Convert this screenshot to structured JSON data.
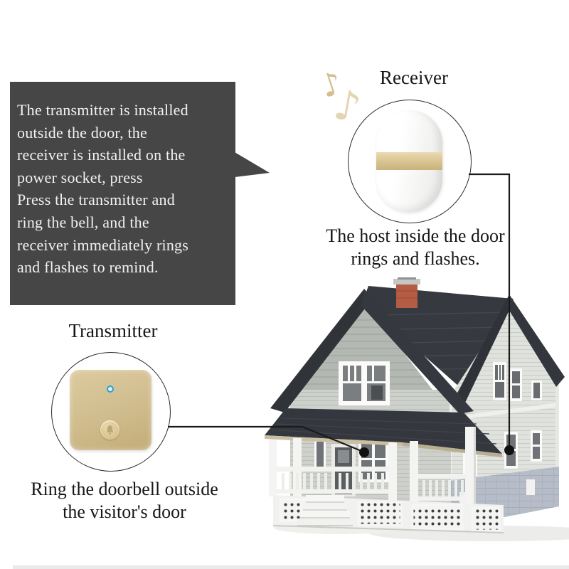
{
  "callout": {
    "lines": [
      "The transmitter is installed",
      "outside the door, the",
      "receiver is installed on the",
      "power socket, press",
      "Press the transmitter and",
      "ring the bell, and the",
      "receiver immediately rings",
      "and flashes to remind."
    ]
  },
  "receiver": {
    "label": "Receiver",
    "caption_line1": "The host inside the door",
    "caption_line2": "rings and flashes."
  },
  "transmitter": {
    "label": "Transmitter",
    "caption_line1": "Ring the doorbell outside",
    "caption_line2": "the visitor's door"
  },
  "icons": {
    "music_note_glyph": "♪"
  },
  "colors": {
    "callout_bg": "#464646",
    "callout_text": "#f2f2f2",
    "gold_device": "#d2bf91",
    "gold_band": "#d8c290",
    "led_blue": "#2f9fd8",
    "music_note_tan": "#d8c094",
    "roof_dark": "#34373d",
    "siding_light": "#dfe1dd",
    "foundation_gray": "#b6bdc8",
    "chimney_red": "#b45c44",
    "connector_line": "#1a1a1a"
  }
}
